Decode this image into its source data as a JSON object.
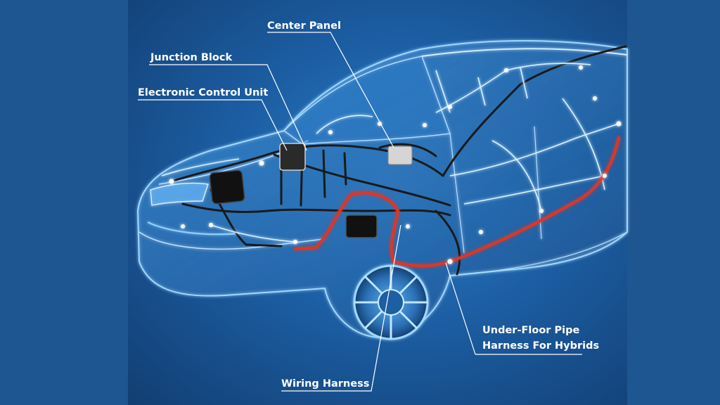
{
  "labels": {
    "center_panel": "Center Panel",
    "junction_block": "Junction Block",
    "ecu": "Electronic Control Unit",
    "under_floor_line1": "Under-Floor Pipe",
    "under_floor_line2": "Harness For Hybrids",
    "wiring_harness": "Wiring Harness"
  },
  "colors": {
    "background": "#1b4f86",
    "car_outline": "#9fd8ff",
    "harness_black": "#1a1a1a",
    "harness_red": "#d8372b",
    "label_text": "#ffffff"
  }
}
